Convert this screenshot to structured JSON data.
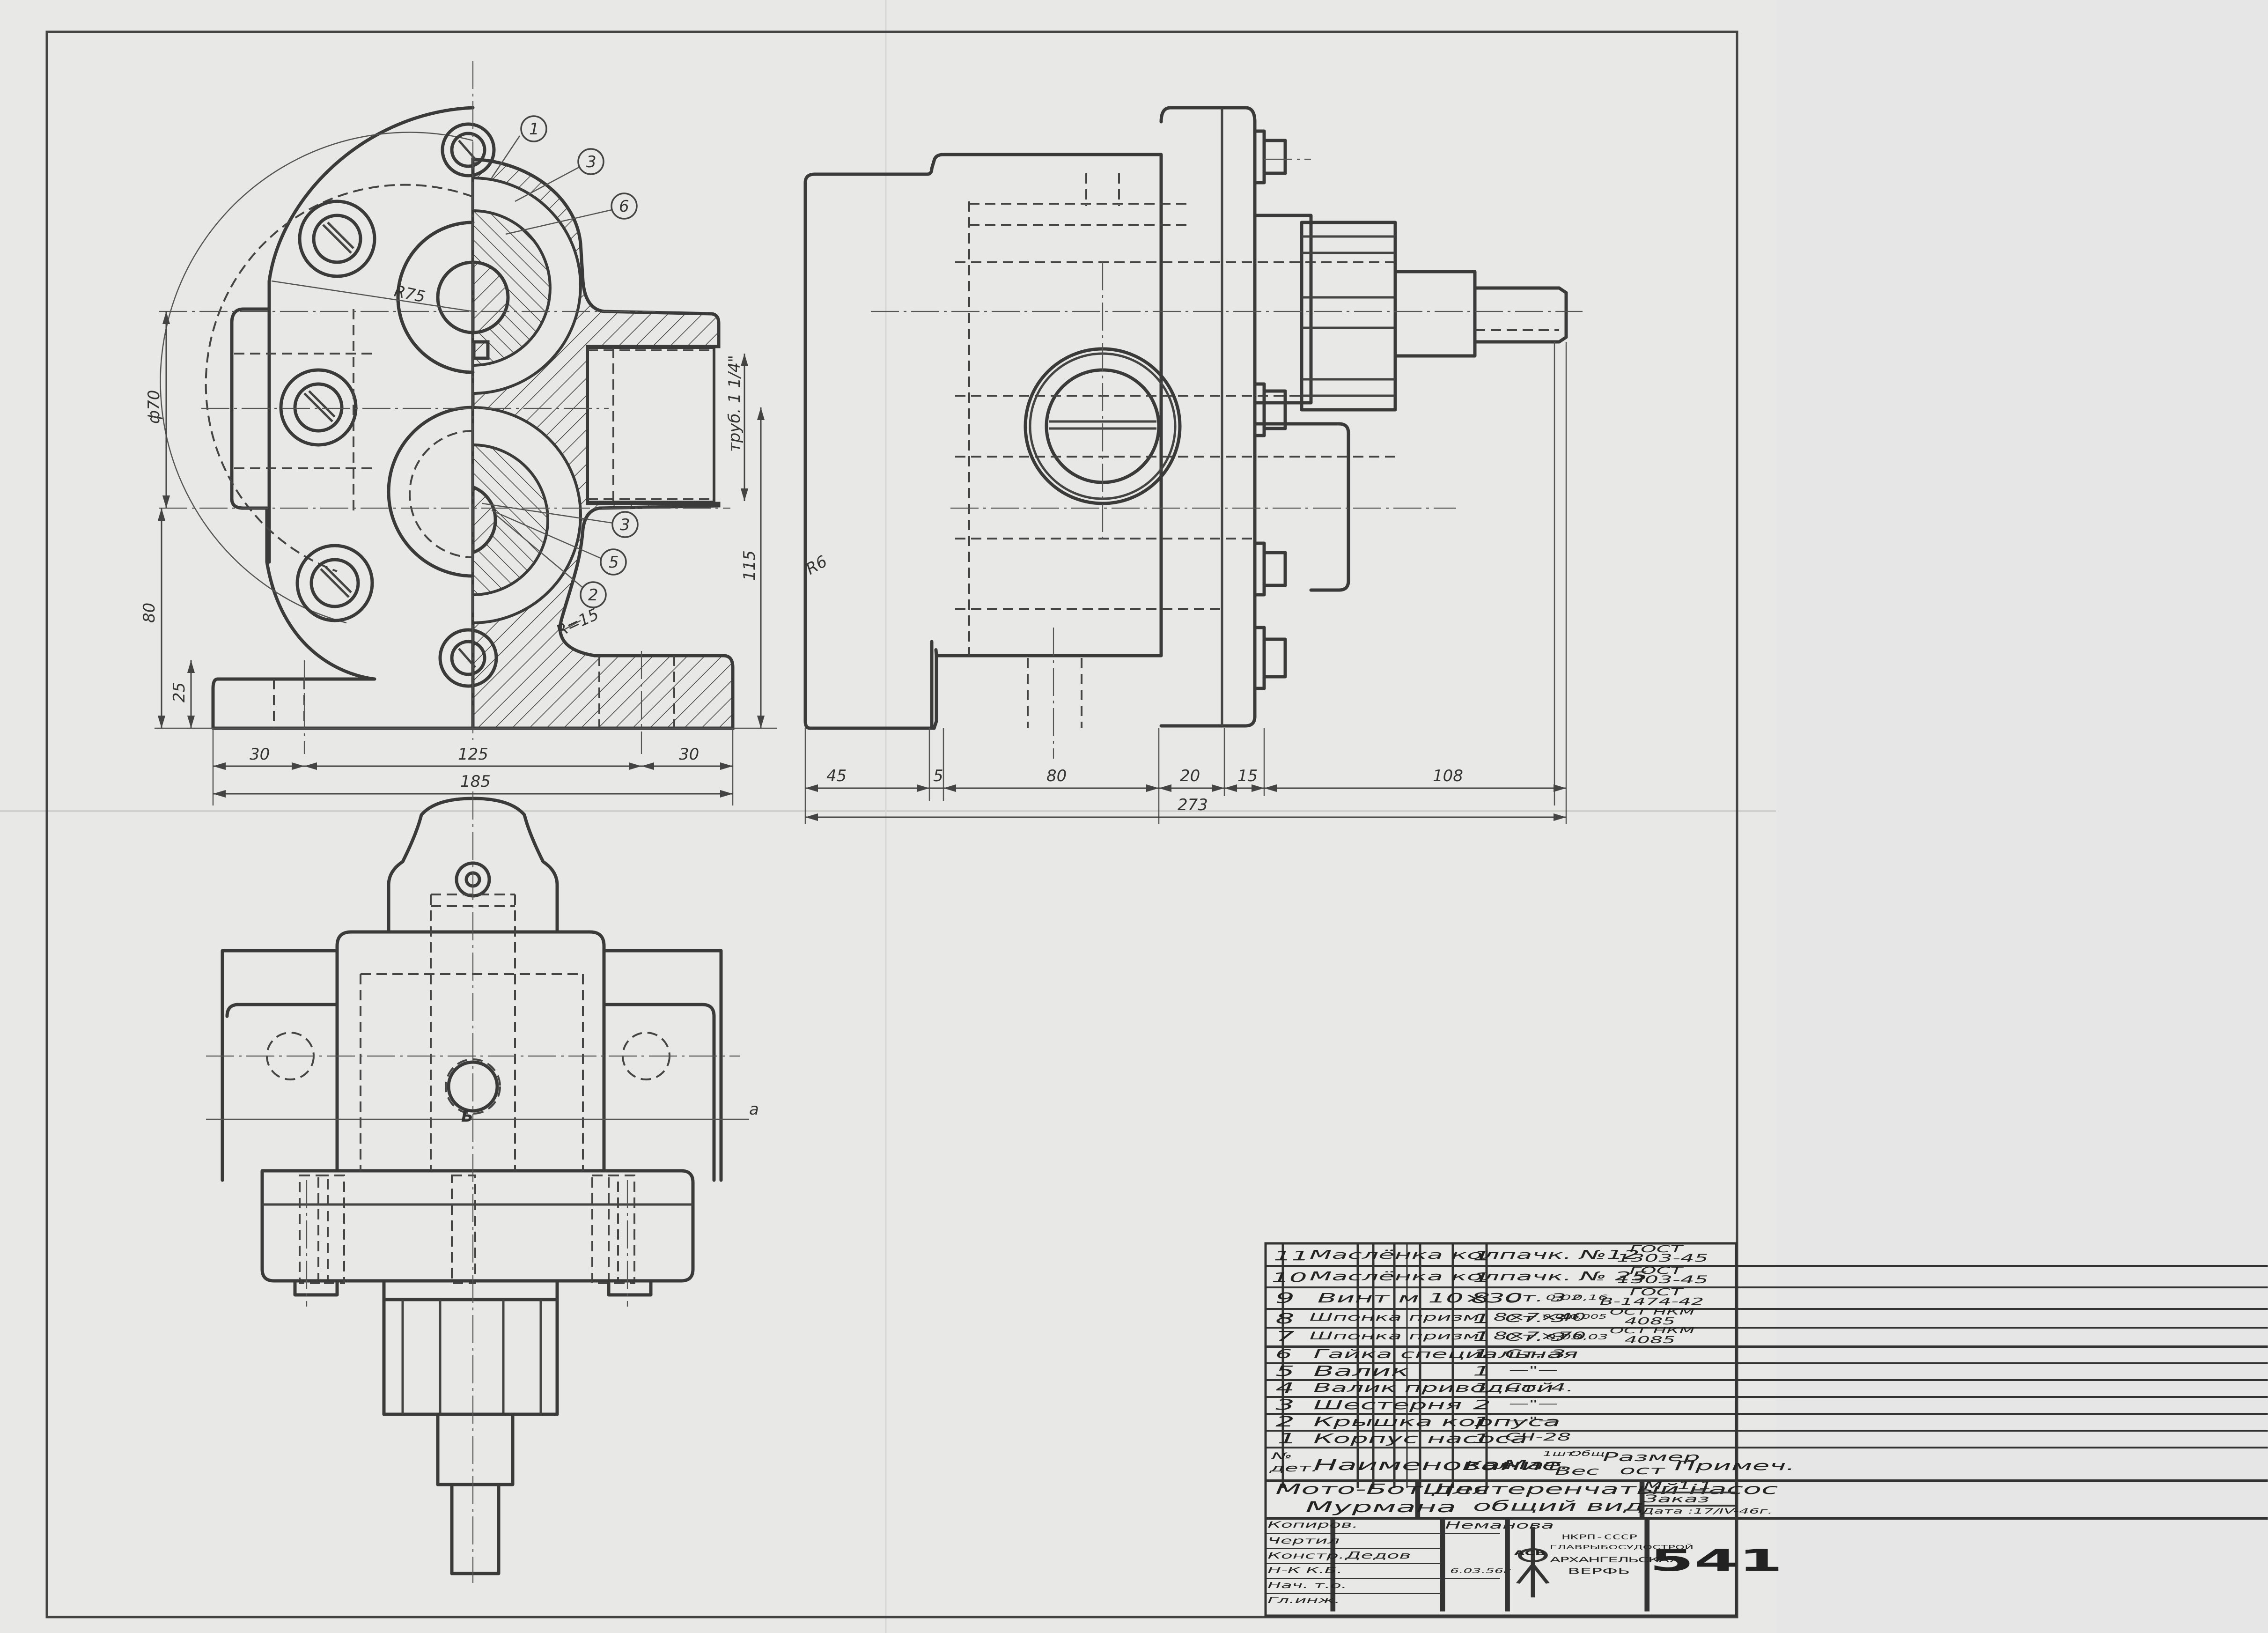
{
  "drawing": {
    "type": "engineering-assembly-drawing",
    "title": "Шестеренчатый насос",
    "subtitle": "общий вид",
    "project": "Мото-Бот для Мурмана",
    "project_line1": "Мото-Бот для",
    "project_line2": "Мурмана",
    "sheet_number": "541",
    "scale": "М- 1:1",
    "order_label": "Заказ",
    "date": "Дата :17/IV-46г.",
    "organization": {
      "line1": "НКРП-СССР",
      "line2": "ГЛАВРЫБОСУДОСТРОЙ",
      "line3": "АРХАНГЕЛЬСКАЯ",
      "line4": "ВЕРФЬ",
      "logo_text": "АСВ"
    }
  },
  "signatures": [
    {
      "role": "Копиров.",
      "name": "Неманова",
      "signature": "signed",
      "date": ""
    },
    {
      "role": "Чертил",
      "name": "",
      "signature": "",
      "date": ""
    },
    {
      "role": "Констр.",
      "name": "",
      "signature": "Дедов",
      "date": ""
    },
    {
      "role": "Н-К К.Б.",
      "name": "",
      "signature": "signed",
      "date": "6.03.56г"
    },
    {
      "role": "Нач. т.о.",
      "name": "",
      "signature": "signed",
      "date": ""
    },
    {
      "role": "Гл.инж.",
      "name": "",
      "signature": "signed",
      "date": ""
    }
  ],
  "bom": {
    "headers": {
      "no": "№ дет.",
      "no_line1": "№",
      "no_line2": "дет.",
      "name": "Наименование",
      "qty": "Кол.",
      "material": "Мат.",
      "weight_unit": "1шт.",
      "weight_total": "Общ.",
      "weight": "Вес",
      "size": "Размер ост",
      "size_line1": "Размер",
      "size_line2": "ост",
      "note": "Примеч."
    },
    "rows": [
      {
        "no": "11",
        "name": "Маслёнка колпачк. №12",
        "qty": "1",
        "material": "",
        "w1": "",
        "wt": "",
        "std1": "ГОСТ",
        "std2": "1303-45"
      },
      {
        "no": "10",
        "name": "Маслёнка колпачк. № 25",
        "qty": "1",
        "material": "",
        "w1": "",
        "wt": "",
        "std1": "ГОСТ",
        "std2": "1303-45"
      },
      {
        "no": "9",
        "name": "Винт м 10×30",
        "qty": "8",
        "material": "Ст. 3",
        "w1": "0,02",
        "wt": "0,16",
        "std1": "ГОСТ",
        "std2": "В-1474-42"
      },
      {
        "no": "8",
        "name": "Шпонка призм. 8×7×40",
        "qty": "1",
        "material": "Ст. 3",
        "w1": "0,005",
        "wt": "0,005",
        "std1": "ОСТ НКМ",
        "std2": "4085"
      },
      {
        "no": "7",
        "name": "Шпонка призм. 8×7×70",
        "qty": "1",
        "material": "Ст. 3",
        "w1": "0,03",
        "wt": "0,03",
        "std1": "ОСТ НКМ",
        "std2": "4085"
      },
      {
        "no": "6",
        "name": "Гайка специальная",
        "qty": "1",
        "material": "Ст. 3",
        "w1": "",
        "wt": "",
        "std1": "",
        "std2": ""
      },
      {
        "no": "5",
        "name": "Валик",
        "qty": "1",
        "material": "—\"—",
        "w1": "",
        "wt": "",
        "std1": "",
        "std2": ""
      },
      {
        "no": "4",
        "name": "Валик приводной",
        "qty": "1",
        "material": "Ст. 4.",
        "w1": "",
        "wt": "",
        "std1": "",
        "std2": ""
      },
      {
        "no": "3",
        "name": "Шестерня",
        "qty": "2",
        "material": "—\"—",
        "w1": "",
        "wt": "",
        "std1": "",
        "std2": ""
      },
      {
        "no": "2",
        "name": "Крышка корпуса",
        "qty": "1",
        "material": "—\"—",
        "w1": "",
        "wt": "",
        "std1": "",
        "std2": ""
      },
      {
        "no": "1",
        "name": "Корпус насоса",
        "qty": "1",
        "material": "СЧ-28",
        "w1": "",
        "wt": "",
        "std1": "",
        "std2": ""
      }
    ]
  },
  "views": {
    "front": {
      "balloons": [
        "1",
        "3",
        "6",
        "3",
        "5",
        "2"
      ],
      "dimensions": {
        "radius_outer": "R75",
        "radius_fillet": "R=15",
        "diameter": "ф70",
        "pipe_thread": "труб. 1 1/4\"",
        "height_total": "115",
        "height_axis": "80",
        "base_height": "25",
        "left_flange": "30",
        "center_span": "125",
        "right_flange": "30",
        "overall_width": "185"
      }
    },
    "side": {
      "dimensions": {
        "fillet": "R6",
        "d1": "45",
        "d2": "5",
        "d3": "80",
        "d4": "20",
        "d5": "15",
        "d6": "108",
        "overall_length": "273"
      }
    },
    "top": {
      "labels": {
        "marker_b": "Б",
        "marker_a": "а"
      }
    }
  },
  "colors": {
    "paper": "#e8e8e6",
    "ink": "#3a3a3a"
  }
}
